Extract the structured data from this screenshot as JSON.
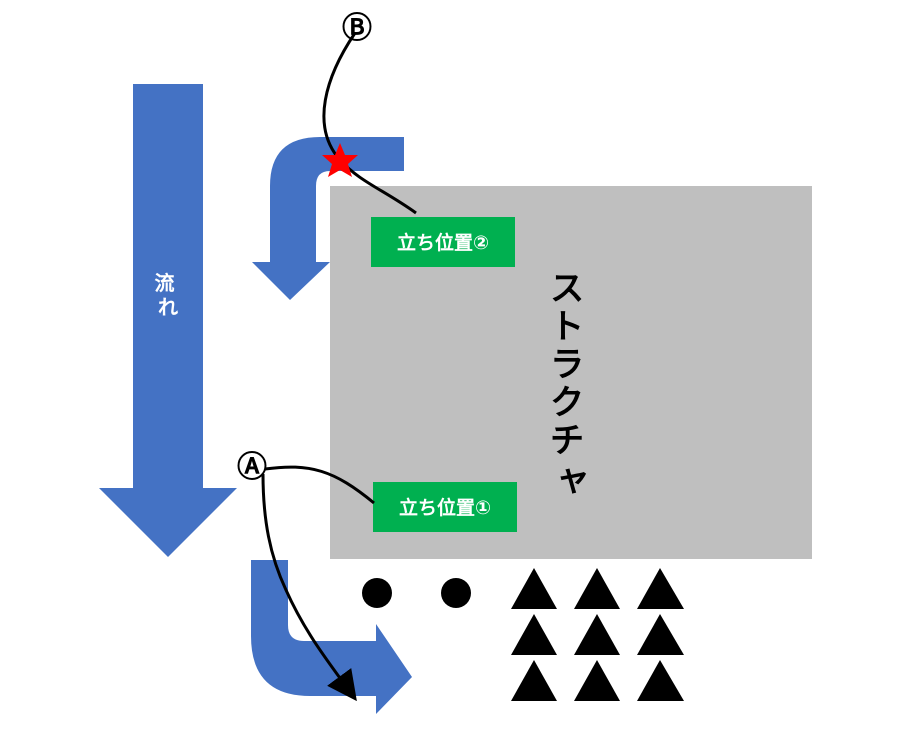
{
  "diagram": {
    "flow_label": "流れ",
    "structure_label": "ストラクチャ",
    "position_2_label": "立ち位置②",
    "position_1_label": "立ち位置①",
    "marker_b": "Ⓑ",
    "marker_a": "Ⓐ",
    "circle_count": 2,
    "triangle_count": 9
  },
  "colors": {
    "arrow_blue": "#4472C4",
    "structure_gray": "#BFBFBF",
    "label_green": "#00B050",
    "star_red": "#FF0000",
    "marker_black": "#000000"
  }
}
